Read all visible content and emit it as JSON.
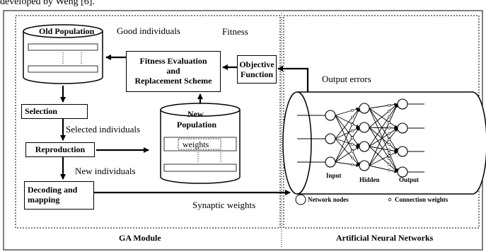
{
  "top_caption": "developed by Weng [6].",
  "ga": {
    "old_population": "Old Population",
    "new_population": "New Population",
    "weights": "weights",
    "fitness_box": [
      "Fitness Evaluation",
      "and",
      "Replacement Scheme"
    ],
    "selection": "Selection",
    "reproduction": "Reproduction",
    "decoding": [
      "Decoding and",
      "mapping"
    ],
    "good_individuals": "Good individuals",
    "fitness": "Fitness",
    "selected_individuals": "Selected individuals",
    "new_individuals": "New individuals",
    "synaptic_weights": "Synaptic weights",
    "module_caption": "GA Module"
  },
  "ann": {
    "objective_function": [
      "Objective",
      "Function"
    ],
    "output_errors": "Output errors",
    "layers": [
      "Input",
      "Hidden",
      "Output"
    ],
    "legend_nodes": "Network nodes",
    "legend_weights": "Connection weights",
    "module_caption": "Artificial Neural Networks"
  }
}
